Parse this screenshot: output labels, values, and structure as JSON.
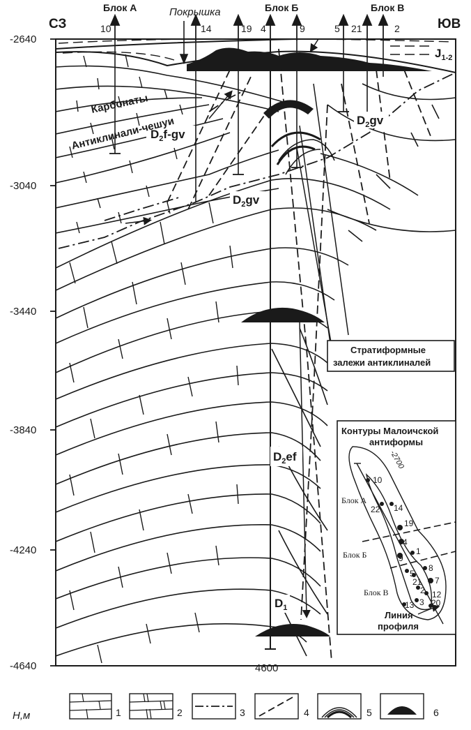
{
  "corners": {
    "left": "СЗ",
    "right": "ЮВ"
  },
  "blocks": [
    {
      "label": "Блок А"
    },
    {
      "label": "Покрышка"
    },
    {
      "label": "Блок Б"
    },
    {
      "label": "Блок В"
    }
  ],
  "wells": [
    {
      "num": "10"
    },
    {
      "num": "14"
    },
    {
      "num": "19"
    },
    {
      "num": "4"
    },
    {
      "num": "9"
    },
    {
      "num": "5"
    },
    {
      "num": "21"
    },
    {
      "num": "2"
    }
  ],
  "depth_axis": {
    "unit_label": "Н,м",
    "ticks": [
      "-2640",
      "-3040",
      "-3440",
      "-3840",
      "-4240",
      "-4640"
    ]
  },
  "well_bottom": "4600",
  "units": {
    "j": "J",
    "j_sub": "1-2",
    "d2fgv_main": "D",
    "d2fgv_sub": "2",
    "d2fgv_tail": "f-gv",
    "d2gv_main": "D",
    "d2gv_sub": "2",
    "d2gv_tail": "gv",
    "d2gv2_main": "D",
    "d2gv2_sub": "2",
    "d2gv2_tail": "gv",
    "d2ef_main": "D",
    "d2ef_sub": "2",
    "d2ef_tail": "ef",
    "d1_main": "D",
    "d1_sub": "1"
  },
  "labels": {
    "carbonates": "Карбонаты",
    "anticlines": "Антиклинали-чешуи",
    "strat_line1": "Стратиформные",
    "strat_line2": "залежи антиклиналей"
  },
  "inset": {
    "title_line1": "Контуры Малоичской",
    "title_line2": "антиформы",
    "contour": "-2700",
    "block_a": "Блок А",
    "block_b": "Блок Б",
    "block_v": "Блок В",
    "profile_line1": "Линия",
    "profile_line2": "профиля",
    "wells": [
      "10",
      "22",
      "14",
      "19",
      "4",
      "9",
      "1",
      "5",
      "21",
      "8",
      "7",
      "2",
      "12",
      "3",
      "13",
      "20"
    ]
  },
  "legend": [
    "1",
    "2",
    "3",
    "4",
    "5",
    "6"
  ]
}
